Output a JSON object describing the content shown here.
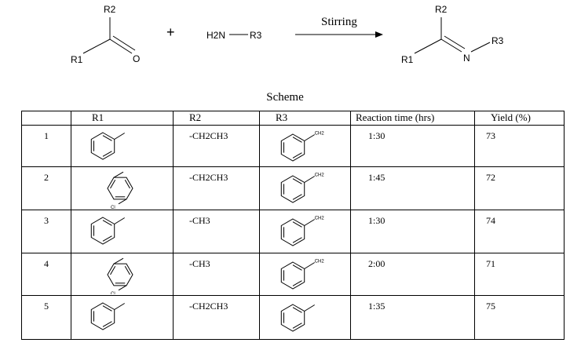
{
  "scheme": {
    "ketone": {
      "r1": "R1",
      "r2": "R2",
      "oxygen": "O"
    },
    "plus": "+",
    "amine": {
      "h2": "H2N",
      "r3": "R3"
    },
    "arrow_label": "Stirring",
    "product": {
      "r1": "R1",
      "r2": "R2",
      "r3": "R3",
      "nitrogen": "N"
    }
  },
  "caption": "Scheme",
  "table": {
    "headers": [
      "",
      "R1",
      "R2",
      "R3",
      "Reaction time (hrs)",
      "Yield (%)"
    ],
    "rows": [
      {
        "no": "1",
        "r1": "phenyl-methyl",
        "r2": "-CH2CH3",
        "r3": "benzyl",
        "time": "1:30",
        "yield": "73"
      },
      {
        "no": "2",
        "r1": "chlorophenyl-methyl",
        "r2": "-CH2CH3",
        "r3": "benzyl",
        "time": "1:45",
        "yield": "72"
      },
      {
        "no": "3",
        "r1": "phenyl-methyl",
        "r2": "-CH3",
        "r3": "benzyl",
        "time": "1:30",
        "yield": "74"
      },
      {
        "no": "4",
        "r1": "chlorophenyl-methyl",
        "r2": "-CH3",
        "r3": "benzyl",
        "time": "2:00",
        "yield": "71"
      },
      {
        "no": "5",
        "r1": "phenyl-methyl",
        "r2": "-CH2CH3",
        "r3": "phenyl-methyl",
        "time": "1:35",
        "yield": "75"
      }
    ],
    "labels": {
      "ch2": "CH2",
      "cl": "Cl"
    }
  }
}
